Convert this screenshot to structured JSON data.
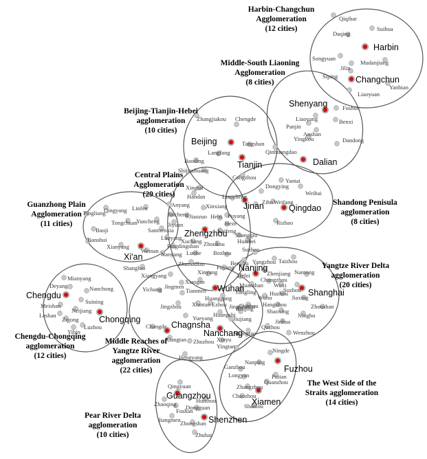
{
  "colors": {
    "core_city_dot": "#d01010",
    "city_dot": "#c8c8c8",
    "ellipse_stroke": "#555555"
  },
  "agglomerations": [
    {
      "id": "harbin-changchun",
      "title": [
        "Harbin-Changchun",
        "Agglomeration",
        "(12 cities)"
      ],
      "cores": [
        "Harbin",
        "Changchun"
      ],
      "cities": [
        "Qiqihar",
        "Suihua",
        "Daqing",
        "Songyuan",
        "Jilin",
        "Mudanjiang",
        "Siping",
        "Yanbian",
        "Liaoyuan"
      ]
    },
    {
      "id": "middle-south-liaoning",
      "title": [
        "Middle-South Liaoning",
        "Agglomeration",
        "(8 cities)"
      ],
      "cores": [
        "Shenyang",
        "Dalian"
      ],
      "cities": [
        "Fushun",
        "Liaoyang",
        "Panjin",
        "Benxi",
        "Yingkou",
        "Anshan",
        "Dandong"
      ]
    },
    {
      "id": "beijing-tianjin-hebei",
      "title": [
        "Beijing-Tianjin-Hebei",
        "agglomeration",
        "(10 cities)"
      ],
      "cores": [
        "Beijing",
        "Tianjin"
      ],
      "cities": [
        "Zhangjiakou",
        "Chengde",
        "Tangshan",
        "Langfang",
        "Baoding",
        "Qinhuangdao",
        "Shijiazhuang",
        "Cangzhou"
      ]
    },
    {
      "id": "shandong-peninsula",
      "title": [
        "Shandong Penisula",
        "agglomeration",
        "(8 cities)"
      ],
      "cores": [
        "Jinan",
        "Qingdao"
      ],
      "cities": [
        "Yantai",
        "Dongying",
        "Weihai",
        "Zibo",
        "Weifang",
        "Rizhao"
      ]
    },
    {
      "id": "central-plains",
      "title": [
        "Central Plains",
        "Agglomeration",
        "(29 cities)"
      ],
      "cores": [
        "Zhengzhou"
      ],
      "cities": [
        "Xingtai",
        "Handan",
        "Liaocheng",
        "Anyang",
        "Xinxiang",
        "Jincheng",
        "Jiaozuo",
        "Hebi",
        "Puyang",
        "Jiyuan",
        "Heze",
        "Kaifeng",
        "Xuchang",
        "Shangqiu",
        "Luoyang",
        "Pingdingshan",
        "Zhoukou",
        "Huaibei",
        "Nanyang",
        "Luohe",
        "Suzhou",
        "Zhumadian",
        "Bozhou",
        "Fuyang",
        "Bengbu",
        "Xinyang"
      ]
    },
    {
      "id": "guanzhong-plain",
      "title": [
        "Guanzhong Plain",
        "Agglomeration",
        "(11 cities)"
      ],
      "cores": [
        "Xi'an"
      ],
      "cities": [
        "Pingliang",
        "Qingyang",
        "Linfen",
        "Tongchuan",
        "Yuncheng",
        "Baoji",
        "Sanmenxia",
        "Tianshui",
        "Xianyang",
        "Weinan",
        "Shangluo"
      ]
    },
    {
      "id": "yangtze-river-delta",
      "title": [
        "Yangtze River Delta",
        "agglomeration",
        "(20 cities)"
      ],
      "cores": [
        "Nanjing",
        "Shanghai"
      ],
      "cities": [
        "Yangzhou",
        "Taizhou",
        "Zhenjiang",
        "Changzhou",
        "Nantong",
        "Hefei",
        "Maanshan",
        "Wuxi",
        "Suzhou",
        "Tongling",
        "Huzhou",
        "Jiaxing",
        "Wuhu",
        "Hangzhou",
        "Zhoushan",
        "Chizhou",
        "Anqing",
        "Shaoxing",
        "Ningbo",
        "Jinhua",
        "Quzhou",
        "Wenzhou"
      ]
    },
    {
      "id": "chengdu-chongqing",
      "title": [
        "Chengdu-Chongqing",
        "agglomeration",
        "(12 cities)"
      ],
      "cores": [
        "Chengdu",
        "Chongqing"
      ],
      "cities": [
        "Mianyang",
        "Deyang",
        "Nanchong",
        "Meishan",
        "Suining",
        "Leshan",
        "Neijiang",
        "Zigong",
        "Luzhou",
        "Yibin"
      ]
    },
    {
      "id": "middle-reaches-yangtze",
      "title": [
        "Middle Reaches of",
        "Yangtze River",
        "agglomeration",
        "(22 cities)"
      ],
      "cores": [
        "Wuhan",
        "Chagnsha",
        "Nanchang"
      ],
      "cities": [
        "Xiangyang",
        "Jingmen",
        "Xiaogan",
        "Yichang",
        "Tianmen",
        "Jingzhou",
        "Huanggang",
        "Xiantao",
        "Ezhou",
        "Jingdezhen",
        "Huangshi",
        "Yueyang",
        "Jiujiang",
        "Changde",
        "Xiangtan",
        "Zhuzhou",
        "Xinyu",
        "Shangrao",
        "Yingtan",
        "Hengyang"
      ]
    },
    {
      "id": "west-side-straits",
      "title": [
        "The West Side of the",
        "Straits agglomeration",
        "(14 cities)"
      ],
      "cores": [
        "Fuzhou",
        "Xiamen"
      ],
      "cities": [
        "Ningde",
        "Nanping",
        "Ganzhou",
        "Putian",
        "Longyan",
        "Quanzhou",
        "Zhangzhou",
        "Chaozhou",
        "Shantou"
      ]
    },
    {
      "id": "pearl-river-delta",
      "title": [
        "Pear River Delta",
        "agglomeration",
        "(10 cities)"
      ],
      "cores": [
        "Guangzhou",
        "Shenzhen"
      ],
      "cities": [
        "Qingyuan",
        "Zhaoqing",
        "Huizhou",
        "Foshan",
        "Dongguan",
        "Jiangmen",
        "Zhongshan",
        "Zhuhai"
      ]
    }
  ]
}
